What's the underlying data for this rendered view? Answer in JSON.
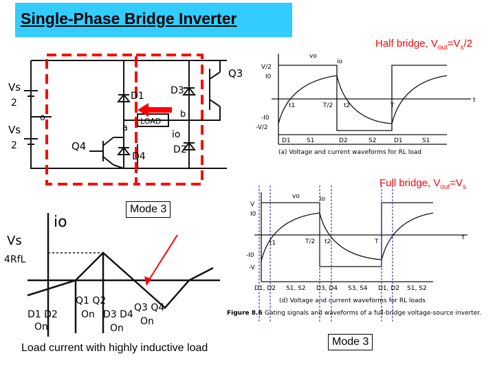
{
  "title": "Single-Phase Bridge Inverter",
  "half_bridge": {
    "prefix": "Half bridge, V",
    "sub_out": "out",
    "mid": "=V",
    "sub_s": "s",
    "suffix": "/2"
  },
  "full_bridge": {
    "prefix": "Full bridge, V",
    "sub_out": "out",
    "mid": "=V",
    "sub_s": "s"
  },
  "mode_label_1": "Mode 3",
  "mode_label_2": "Mode 3",
  "load_current_caption": "Load current with highly inductive load",
  "circuit": {
    "vs_top": "Vs",
    "vs_top_den": "2",
    "vs_bot": "Vs",
    "vs_bot_den": "2",
    "d1": "D1",
    "d3": "D3",
    "d2": "D2",
    "d4": "D4",
    "q3": "Q3",
    "q4": "Q4",
    "load": "LOAD",
    "io": "io",
    "node_a": "a",
    "node_b": "b",
    "node_o": "o"
  },
  "sketch": {
    "y_axis": "io",
    "peak": "Vs",
    "peak_den": "4RfL",
    "seg1": "D1 D2",
    "seg1b": "On",
    "seg2": "Q1 Q2",
    "seg2b": "On",
    "seg3": "D3 D4",
    "seg3b": "On",
    "seg4": "Q3 Q4",
    "seg4b": "On"
  },
  "half_plot": {
    "v_label": "vo",
    "i_label": "io",
    "pos": "V/2",
    "i0": "I0",
    "neg_i0": "-I0",
    "neg": "-V/2",
    "t1": "t1",
    "t_half": "T/2",
    "t2": "t2",
    "t_period": "T",
    "t_axis": "t",
    "seq": [
      "D1",
      "S1",
      "D2",
      "S2",
      "D1",
      "S1"
    ],
    "caption": "(a)  Voltage and current waveforms for RL load"
  },
  "full_plot": {
    "v_label": "vo",
    "i_label": "io",
    "pos": "V",
    "i0": "I0",
    "neg_i0": "-I0",
    "neg": "-V",
    "t1": "t1",
    "t_half": "T/2",
    "t2": "t2",
    "t_period": "T",
    "t_axis": "t",
    "seq": [
      "D1, D2",
      "S1, S2",
      "D3, D4",
      "S3, S4",
      "D1, D2",
      "S1, S2"
    ],
    "caption": "(d)  Voltage and current waveforms for RL loads",
    "figure_label": "Figure 8.6",
    "figure_caption": "Gating signals and waveforms of a full-bridge voltage-source inverter."
  },
  "colors": {
    "title_bg": "#33ccff",
    "red": "#ff0000",
    "blue": "#0000cc"
  }
}
